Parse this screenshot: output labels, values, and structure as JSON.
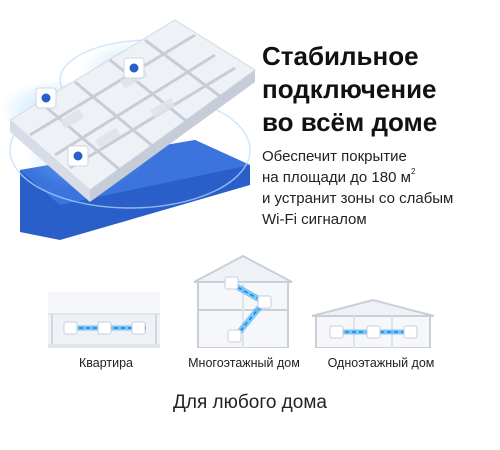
{
  "headline": {
    "line1": "Стабильное",
    "line2": "подключение",
    "line3": "во всём доме"
  },
  "description": {
    "line1": "Обеспечит покрытие",
    "line2_prefix": "на площади до 180 м",
    "line2_sup": "2",
    "line3": "и устранит зоны со слабым",
    "line4": "Wi-Fi сигналом"
  },
  "scenarios": [
    {
      "label": "Квартира"
    },
    {
      "label": "Многоэтажный дом"
    },
    {
      "label": "Одноэтажный дом"
    }
  ],
  "footer": {
    "text": "Для любого дома"
  },
  "colors": {
    "accent_blue": "#2a5fc9",
    "signal_blue": "#1ba3f0",
    "floor_gray": "#e8ebf1",
    "wall_gray": "#c9ced8"
  }
}
